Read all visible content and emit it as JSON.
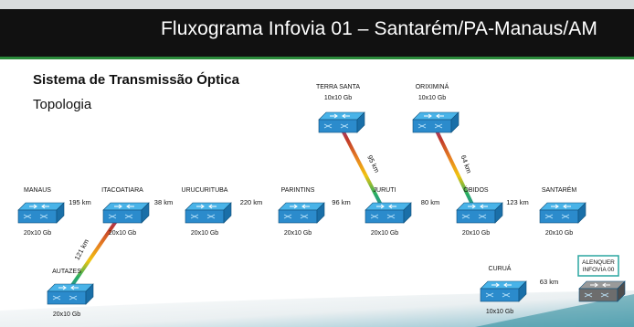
{
  "header": {
    "title": "Fluxograma Infovia 01 – Santarém/PA-Manaus/AM",
    "subtitle": "Sistema de Transmissão Óptica",
    "subtitle2": "Topologia"
  },
  "nodes": [
    {
      "id": "manaus",
      "name": "MANAUS",
      "capacity": "20x10 Gb",
      "icon": "router-icon"
    },
    {
      "id": "itacoatiara",
      "name": "ITACOATIARA",
      "capacity": "20x10 Gb",
      "icon": "router-icon"
    },
    {
      "id": "urucurituba",
      "name": "URUCURITUBA",
      "capacity": "20x10 Gb",
      "icon": "router-icon"
    },
    {
      "id": "parintins",
      "name": "PARINTINS",
      "capacity": "20x10 Gb",
      "icon": "router-icon"
    },
    {
      "id": "juruti",
      "name": "JURUTI",
      "capacity": "20x10 Gb",
      "icon": "router-icon"
    },
    {
      "id": "obidos",
      "name": "ÓBIDOS",
      "capacity": "20x10 Gb",
      "icon": "router-icon"
    },
    {
      "id": "santarem",
      "name": "SANTARÉM",
      "capacity": "20x10 Gb",
      "icon": "router-icon"
    },
    {
      "id": "autazes",
      "name": "AUTAZES",
      "capacity": "20x10 Gb",
      "icon": "router-icon"
    },
    {
      "id": "terra_santa",
      "name": "TERRA SANTA",
      "capacity": "10x10 Gb",
      "icon": "router-icon"
    },
    {
      "id": "oriximina",
      "name": "ORIXIMINÁ",
      "capacity": "10x10 Gb",
      "icon": "router-icon"
    },
    {
      "id": "curua",
      "name": "CURUÁ",
      "capacity": "10x10 Gb",
      "icon": "router-icon"
    },
    {
      "id": "alenquer",
      "name": "ALENQUER INFOVIA 00",
      "capacity": "",
      "icon": "router-gray-icon"
    }
  ],
  "links": [
    {
      "from": "manaus",
      "to": "itacoatiara",
      "distance": "195 km"
    },
    {
      "from": "itacoatiara",
      "to": "urucurituba",
      "distance": "38 km"
    },
    {
      "from": "urucurituba",
      "to": "parintins",
      "distance": "220 km"
    },
    {
      "from": "parintins",
      "to": "juruti",
      "distance": "96 km"
    },
    {
      "from": "juruti",
      "to": "obidos",
      "distance": "80 km"
    },
    {
      "from": "obidos",
      "to": "santarem",
      "distance": "123 km"
    },
    {
      "from": "itacoatiara",
      "to": "autazes",
      "distance": "121 km"
    },
    {
      "from": "terra_santa",
      "to": "juruti",
      "distance": "95 km"
    },
    {
      "from": "oriximina",
      "to": "obidos",
      "distance": "64 km"
    },
    {
      "from": "curua",
      "to": "alenquer",
      "distance": "63 km"
    }
  ],
  "colors": {
    "title_bar": "#111111",
    "accent": "#2a8a3a",
    "router_top": "#49b3e8",
    "router_side": "#1a6fa8",
    "router_front": "#2b8bcc",
    "router_gray": "#6d6d6d",
    "alenquer_border": "#2aa6a0",
    "fiber": [
      "#c0392b",
      "#e67e22",
      "#f1c40f",
      "#27ae60",
      "#2980b9",
      "#8e44ad"
    ]
  }
}
